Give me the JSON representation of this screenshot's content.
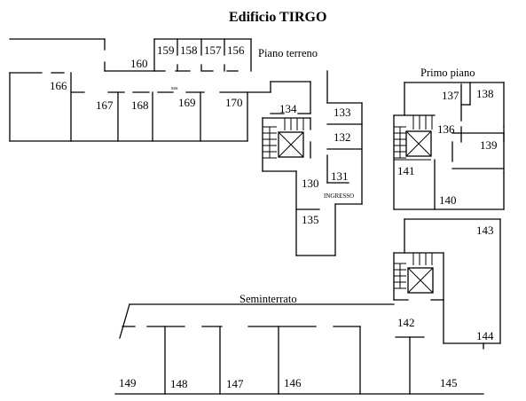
{
  "title": "Edificio TIRGO",
  "floors": {
    "ground": "Piano terreno",
    "first": "Primo piano",
    "basement": "Seminterrato"
  },
  "entrance_label": "INGRESSO",
  "corridor_tag": "sss",
  "rooms": {
    "r130": "130",
    "r131": "131",
    "r132": "132",
    "r133": "133",
    "r134": "134",
    "r135": "135",
    "r136": "136",
    "r137": "137",
    "r138": "138",
    "r139": "139",
    "r140": "140",
    "r141": "141",
    "r142": "142",
    "r143": "143",
    "r144": "144",
    "r145": "145",
    "r146": "146",
    "r147": "147",
    "r148": "148",
    "r149": "149",
    "r156": "156",
    "r157": "157",
    "r158": "158",
    "r159": "159",
    "r160": "160",
    "r166": "166",
    "r167": "167",
    "r168": "168",
    "r169": "169",
    "r170": "170"
  }
}
